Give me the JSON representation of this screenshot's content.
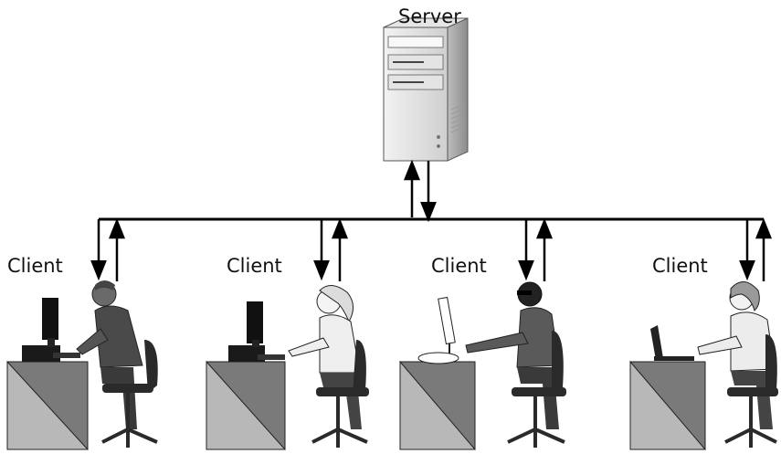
{
  "server": {
    "label": "Server"
  },
  "clients": [
    {
      "label": "Client",
      "device": "desktop-crt"
    },
    {
      "label": "Client",
      "device": "desktop-crt"
    },
    {
      "label": "Client",
      "device": "imac"
    },
    {
      "label": "Client",
      "device": "laptop"
    }
  ],
  "colors": {
    "line": "#000000",
    "desk_dark": "#7a7a7a",
    "desk_light": "#b8b8b8",
    "chair": "#2a2a2a",
    "server_body": "#d9d9d9"
  }
}
